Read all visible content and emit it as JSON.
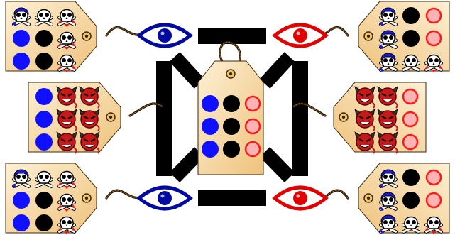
{
  "puzzle": {
    "colors": {
      "tag_fill_light": "#fbe7c2",
      "tag_fill_dark": "#f0c27a",
      "tag_stroke": "#3a2a10",
      "blue_piece": "#1010ff",
      "black_piece": "#000000",
      "red_ring": "#ff1a1a",
      "red_ring_fill": "#ffb3b3",
      "blue_eye": "#000a9e",
      "red_eye": "#e00000",
      "demon": "#c41a1a",
      "bar": "#000000"
    },
    "tags": [
      {
        "id": "top-left",
        "grid": [
          [
            "skull-blue",
            "skull",
            "skull-red"
          ],
          [
            "blue",
            "black",
            "skull-red"
          ],
          [
            "blue",
            "black",
            "skull-red"
          ]
        ]
      },
      {
        "id": "mid-left",
        "grid": [
          [
            "blue",
            "demon",
            "demon"
          ],
          [
            "blue",
            "demon",
            "demon"
          ],
          [
            "blue",
            "demon",
            "demon"
          ]
        ]
      },
      {
        "id": "bottom-left",
        "grid": [
          [
            "skull-blue",
            "skull",
            "skull-red"
          ],
          [
            "blue",
            "black",
            "skull-red"
          ],
          [
            "blue",
            "black",
            "skull-red"
          ]
        ]
      },
      {
        "id": "top-right",
        "grid": [
          [
            "skull-blue",
            "black",
            "ring"
          ],
          [
            "skull-blue",
            "black",
            "ring"
          ],
          [
            "skull-blue",
            "skull",
            "skull-red"
          ]
        ]
      },
      {
        "id": "mid-right",
        "grid": [
          [
            "demon",
            "demon",
            "ring"
          ],
          [
            "demon",
            "demon",
            "ring"
          ],
          [
            "demon",
            "demon",
            "ring"
          ]
        ]
      },
      {
        "id": "bottom-right",
        "grid": [
          [
            "skull-blue",
            "black",
            "ring"
          ],
          [
            "skull-blue",
            "black",
            "ring"
          ],
          [
            "skull-blue",
            "skull",
            "skull-red"
          ]
        ]
      },
      {
        "id": "center",
        "grid": [
          [
            "blue",
            "black",
            "ring"
          ],
          [
            "blue",
            "black",
            "ring"
          ],
          [
            "blue",
            "black",
            "ring"
          ]
        ]
      }
    ],
    "eyes": [
      {
        "id": "top-blue",
        "color": "blue"
      },
      {
        "id": "top-red",
        "color": "red"
      },
      {
        "id": "bottom-blue",
        "color": "blue"
      },
      {
        "id": "bottom-red",
        "color": "red"
      }
    ]
  }
}
